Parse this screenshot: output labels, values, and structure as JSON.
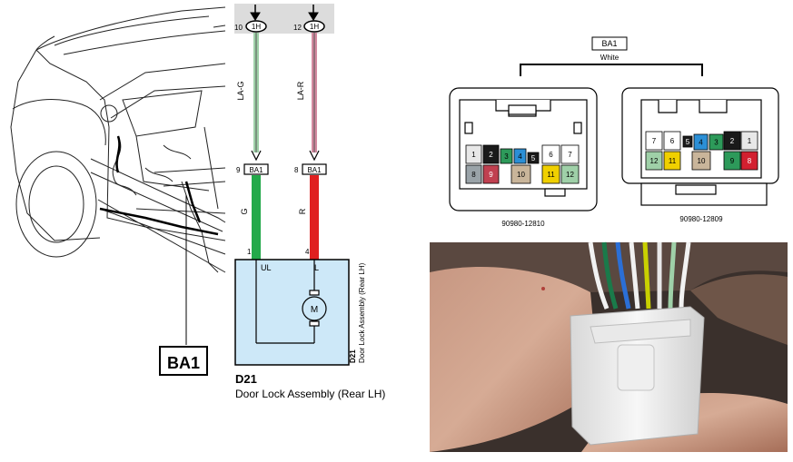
{
  "harness_label": "BA1",
  "top_connector": {
    "pins": [
      {
        "num": "10",
        "code": "1H"
      },
      {
        "num": "12",
        "code": "1H"
      }
    ]
  },
  "wires": {
    "upper_left": "LA-G",
    "upper_right": "LA-R",
    "lower_left": "G",
    "lower_right": "R"
  },
  "mid_connector": {
    "pins": [
      {
        "num": "9",
        "code": "BA1"
      },
      {
        "num": "8",
        "code": "BA1"
      }
    ]
  },
  "component": {
    "pin_left": "1",
    "pin_right": "4",
    "term_left": "UL",
    "term_right": "L",
    "motor": "M",
    "code": "D21",
    "name": "Door Lock Assembly (Rear LH)",
    "side_code": "D21",
    "side_name": "Door Lock Assembly (Rear LH)"
  },
  "connector_diagram": {
    "title": "BA1",
    "color": "White",
    "left_part": "90980-12810",
    "right_part": "90980-12809",
    "left_cells": [
      {
        "label": "1",
        "color": "#e8e8e8"
      },
      {
        "label": "2",
        "color": "#1a1a1a"
      },
      {
        "label": "3",
        "color": "#2d9a5a"
      },
      {
        "label": "4",
        "color": "#2b8fd6"
      },
      {
        "label": "5",
        "color": "#1a1a1a"
      },
      {
        "label": "6",
        "color": "#ffffff"
      },
      {
        "label": "7",
        "color": "#ffffff"
      },
      {
        "label": "8",
        "color": "#9aa3a8"
      },
      {
        "label": "9",
        "color": "#c04050"
      },
      {
        "label": "10",
        "color": "#c9b59a"
      },
      {
        "label": "11",
        "color": "#f0d000"
      },
      {
        "label": "12",
        "color": "#9fd0a8"
      }
    ],
    "right_cells": [
      {
        "label": "7",
        "color": "#ffffff"
      },
      {
        "label": "6",
        "color": "#ffffff"
      },
      {
        "label": "5",
        "color": "#1a1a1a"
      },
      {
        "label": "4",
        "color": "#2b8fd6"
      },
      {
        "label": "3",
        "color": "#2d9a5a"
      },
      {
        "label": "2",
        "color": "#1a1a1a"
      },
      {
        "label": "1",
        "color": "#e8e8e8"
      },
      {
        "label": "12",
        "color": "#9fd0a8"
      },
      {
        "label": "11",
        "color": "#f0d000"
      },
      {
        "label": "10",
        "color": "#c9b59a"
      },
      {
        "label": "9",
        "color": "#2d9a5a"
      },
      {
        "label": "8",
        "color": "#d22030"
      }
    ]
  },
  "colors": {
    "green": "#23a94a",
    "red": "#e02020",
    "wire_upper_left": "#9fd0a8",
    "wire_upper_right": "#d38aa0",
    "component_fill": "#cde8f8"
  }
}
